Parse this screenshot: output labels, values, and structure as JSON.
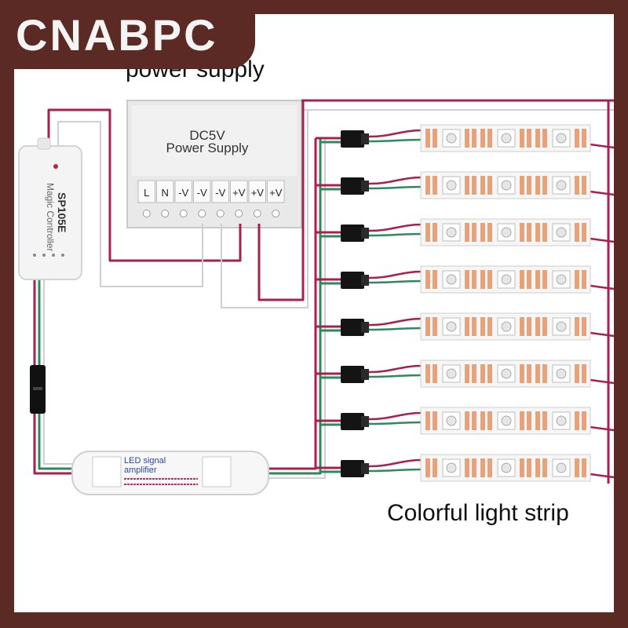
{
  "brand": "CNABPC",
  "labels": {
    "power_supply_caption": "power supply",
    "psu_line1": "DC5V",
    "psu_line2": "Power Supply",
    "controller_model": "SP105E",
    "controller_name": "Magic Controller",
    "amplifier_line1": "LED signal",
    "amplifier_line2": "amplifier",
    "strip_caption": "Colorful light strip"
  },
  "terminals": [
    "L",
    "N",
    "-V",
    "-V",
    "-V",
    "+V",
    "+V",
    "+V"
  ],
  "strip_count": 8,
  "colors": {
    "background": "#5b2a25",
    "power_wire": "#a8204f",
    "data_wire": "#2f8a5a",
    "ground_wire": "#cfcfcf",
    "led_pad": "#e8a27a"
  }
}
